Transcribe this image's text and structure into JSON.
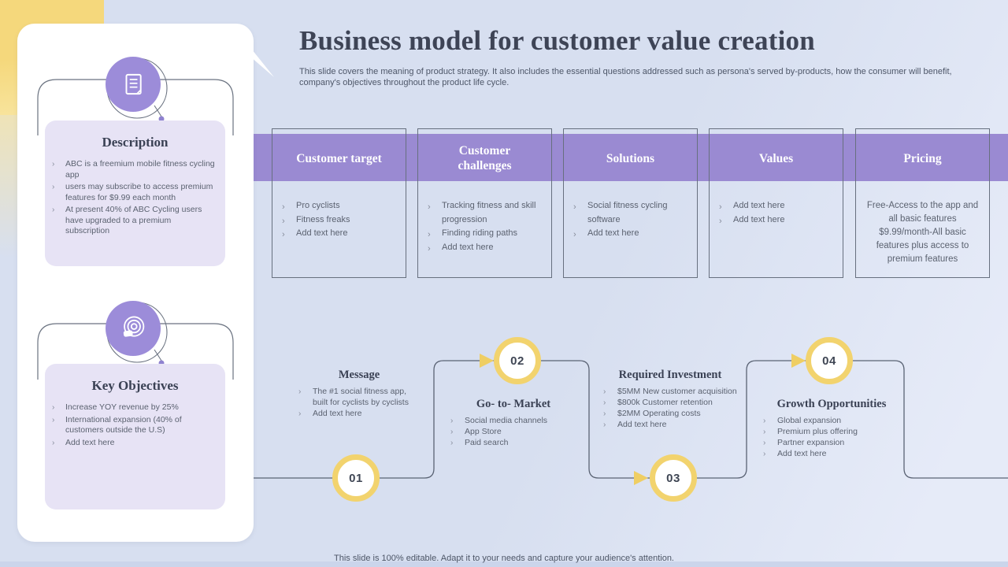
{
  "slide": {
    "title": "Business model for customer value creation",
    "subtitle": "This slide covers the meaning of product strategy. It also includes the essential questions addressed such as persona's served by-products, how the consumer will benefit, company's objectives throughout the product life cycle.",
    "footer": "This slide is 100% editable. Adapt it to your needs and capture your audience's attention."
  },
  "left_panel": {
    "sections": [
      {
        "icon": "document-icon",
        "title": "Description",
        "bullets": [
          "ABC is a freemium mobile fitness cycling app",
          "users may subscribe to access premium features for $9.99 each month",
          "At present 40% of ABC Cycling users have upgraded to a premium subscription"
        ]
      },
      {
        "icon": "target-icon",
        "title": "Key Objectives",
        "bullets": [
          "Increase YOY revenue by 25%",
          "International expansion (40% of customers outside the U.S)",
          "Add text here"
        ]
      }
    ]
  },
  "table": {
    "columns": [
      {
        "header": "Customer target",
        "bullets": [
          "Pro cyclists",
          "Fitness freaks",
          "Add text here"
        ]
      },
      {
        "header": "Customer challenges",
        "bullets": [
          "Tracking fitness and skill progression",
          "Finding riding paths",
          "Add text here"
        ]
      },
      {
        "header": "Solutions",
        "bullets": [
          "Social fitness cycling software",
          "Add text here"
        ]
      },
      {
        "header": "Values",
        "bullets": [
          "Add text here",
          "Add text here"
        ]
      },
      {
        "header": "Pricing",
        "text": "Free-Access to the app and all basic features $9.99/month-All basic features plus access to premium features"
      }
    ]
  },
  "timeline": {
    "steps": [
      {
        "number": "01",
        "title": "Message",
        "bullets": [
          "The #1 social fitness app, built for cyclists by cyclists",
          "Add text here"
        ]
      },
      {
        "number": "02",
        "title": "Go- to- Market",
        "bullets": [
          "Social media channels",
          "App Store",
          "Paid search"
        ]
      },
      {
        "number": "03",
        "title": "Required Investment",
        "bullets": [
          "$5MM New customer acquisition",
          "$800k Customer retention",
          "$2MM Operating costs",
          "Add text here"
        ]
      },
      {
        "number": "04",
        "title": "Growth Opportunities",
        "bullets": [
          "Global expansion",
          "Premium plus offering",
          "Partner expansion",
          "Add text here"
        ]
      }
    ]
  },
  "colors": {
    "bg": "#d8e0f1",
    "purple": "#9a8ad2",
    "purple-deep": "#9c8cd9",
    "lavender": "#e7e3f5",
    "yellow": "#f2d36e",
    "line": "#5a6374",
    "ink": "#3a4154",
    "body": "#5b6270"
  }
}
